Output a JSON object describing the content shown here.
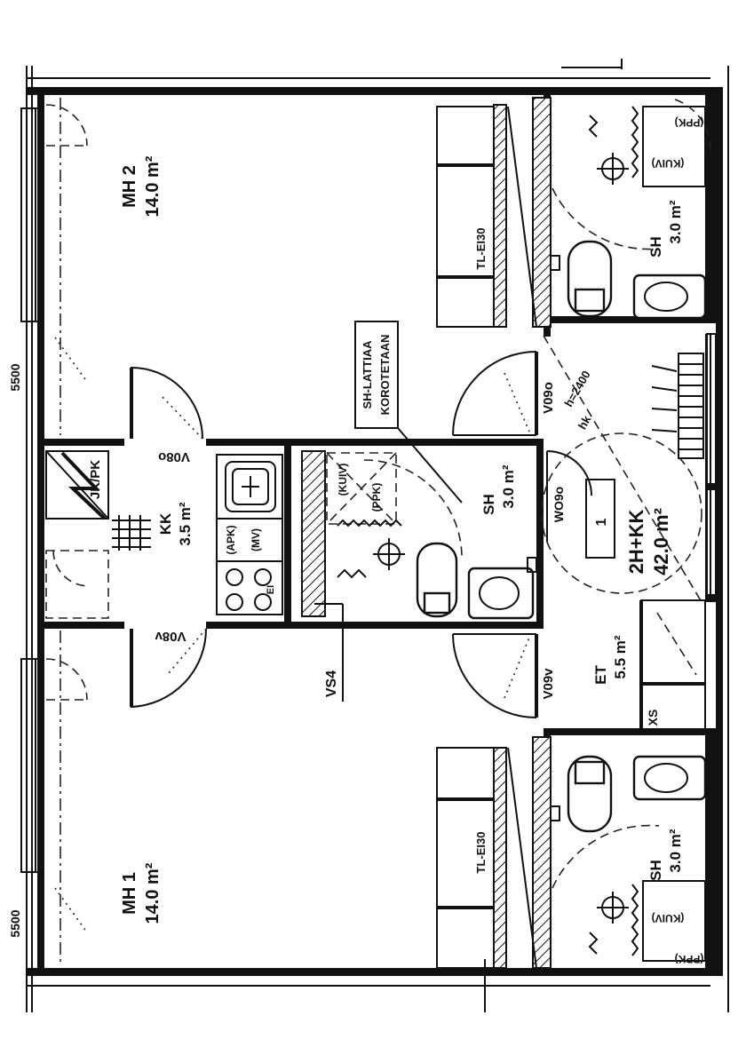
{
  "rooms": {
    "mh2": {
      "name": "MH 2",
      "area": "14.0 m²"
    },
    "mh1": {
      "name": "MH 1",
      "area": "14.0 m²"
    },
    "kk": {
      "name": "KK",
      "area": "3.5 m²"
    },
    "sh_center": {
      "name": "SH",
      "area": "3.0 m²"
    },
    "sh_top": {
      "name": "SH",
      "area": "3.0 m²"
    },
    "sh_bottom": {
      "name": "SH",
      "area": "3.0 m²"
    },
    "living": {
      "name": "2H+KK",
      "area": "42.0 m²"
    },
    "et": {
      "name": "ET",
      "area": "5.5 m²"
    }
  },
  "doors": {
    "v08o": "V08o",
    "v08v": "V08v",
    "v09o": "V09o",
    "v09v": "V09v",
    "wo9o": "WO9o"
  },
  "labels": {
    "callout_line1": "SH-LATTIAA",
    "callout_line2": "KOROTETAAN",
    "tl_top": "TL-EI30",
    "tl_bottom": "TL-EI30",
    "jk_pk": "JK/PK",
    "vs4": "VS4",
    "xs": "XS",
    "apk": "(APK)",
    "mv": "(MV)",
    "ei": "EI",
    "kuiv_center": "(KUIV)",
    "ppk_center": "(PPK)",
    "kuiv_top": "(KUIV)",
    "ppk_top": "(PPK)",
    "kuiv_bottom": "(KUIV)",
    "ppk_bottom": "(PPK)",
    "hk": "hk",
    "h2400": "h=2400",
    "one": "1",
    "edge_top": "5500",
    "edge_bottom": "5500"
  }
}
